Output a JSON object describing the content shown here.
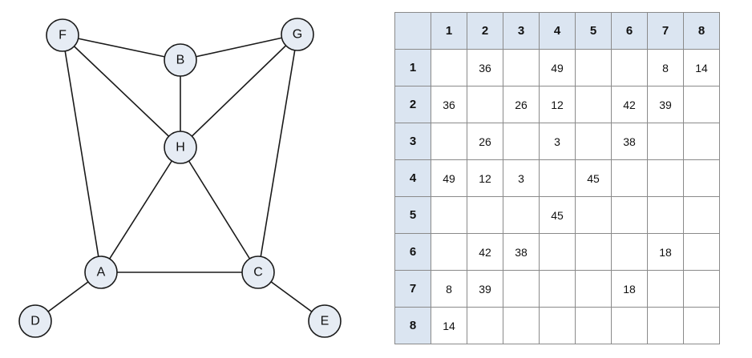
{
  "graph": {
    "nodes": [
      "F",
      "B",
      "G",
      "H",
      "A",
      "C",
      "D",
      "E"
    ],
    "edges": [
      [
        "F",
        "B"
      ],
      [
        "B",
        "G"
      ],
      [
        "F",
        "H"
      ],
      [
        "B",
        "H"
      ],
      [
        "G",
        "H"
      ],
      [
        "F",
        "A"
      ],
      [
        "G",
        "C"
      ],
      [
        "H",
        "A"
      ],
      [
        "H",
        "C"
      ],
      [
        "A",
        "C"
      ],
      [
        "A",
        "D"
      ],
      [
        "C",
        "E"
      ]
    ]
  },
  "matrix": {
    "column_headers": [
      "1",
      "2",
      "3",
      "4",
      "5",
      "6",
      "7",
      "8"
    ],
    "row_headers": [
      "1",
      "2",
      "3",
      "4",
      "5",
      "6",
      "7",
      "8"
    ],
    "cells": [
      [
        "",
        "36",
        "",
        "49",
        "",
        "",
        "8",
        "14"
      ],
      [
        "36",
        "",
        "26",
        "12",
        "",
        "42",
        "39",
        ""
      ],
      [
        "",
        "26",
        "",
        "3",
        "",
        "38",
        "",
        ""
      ],
      [
        "49",
        "12",
        "3",
        "",
        "45",
        "",
        "",
        ""
      ],
      [
        "",
        "",
        "",
        "45",
        "",
        "",
        "",
        ""
      ],
      [
        "",
        "42",
        "38",
        "",
        "",
        "",
        "18",
        ""
      ],
      [
        "8",
        "39",
        "",
        "",
        "",
        "18",
        "",
        ""
      ],
      [
        "14",
        "",
        "",
        "",
        "",
        "",
        "",
        ""
      ]
    ]
  }
}
